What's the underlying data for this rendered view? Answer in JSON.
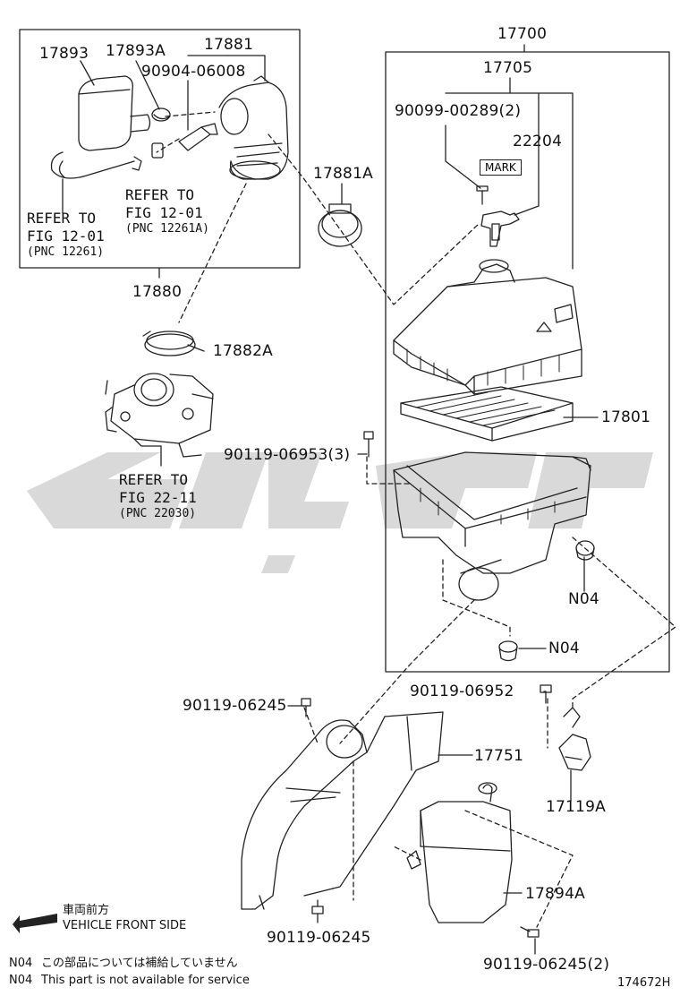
{
  "colors": {
    "line": "#222222",
    "watermark": "#d9d9d9",
    "background": "#ffffff"
  },
  "parts": {
    "p17893": "17893",
    "p17893A": "17893A",
    "p17881": "17881",
    "p90904": "90904-06008",
    "p17700": "17700",
    "p17705": "17705",
    "p90099": "90099-00289(2)",
    "p22204": "22204",
    "p17881A": "17881A",
    "p17880": "17880",
    "p17882A": "17882A",
    "p17801": "17801",
    "p90119_06953": "90119-06953(3)",
    "n04_a": "N04",
    "n04_b": "N04",
    "p90119_06952": "90119-06952",
    "p90119_06245_a": "90119-06245",
    "p17751": "17751",
    "p17119A": "17119A",
    "p17894A": "17894A",
    "p90119_06245_b": "90119-06245",
    "p90119_06245_c": "90119-06245(2)"
  },
  "mark_label": "MARK",
  "refs": {
    "ref1": {
      "line1": "REFER TO",
      "line2": "FIG 12-01",
      "pnc": "(PNC 12261)"
    },
    "ref2": {
      "line1": "REFER TO",
      "line2": "FIG 12-01",
      "pnc": "(PNC 12261A)"
    },
    "ref3": {
      "line1": "REFER TO",
      "line2": "FIG 22-11",
      "pnc": "(PNC 22030)"
    }
  },
  "footer": {
    "front_jp": "車両前方",
    "front_en": "VEHICLE FRONT SIDE",
    "note_jp_code": "N04",
    "note_jp_text": "この部品については補給していません",
    "note_en_code": "N04",
    "note_en_text": "This part is not available for service",
    "figure_id": "174672H"
  }
}
